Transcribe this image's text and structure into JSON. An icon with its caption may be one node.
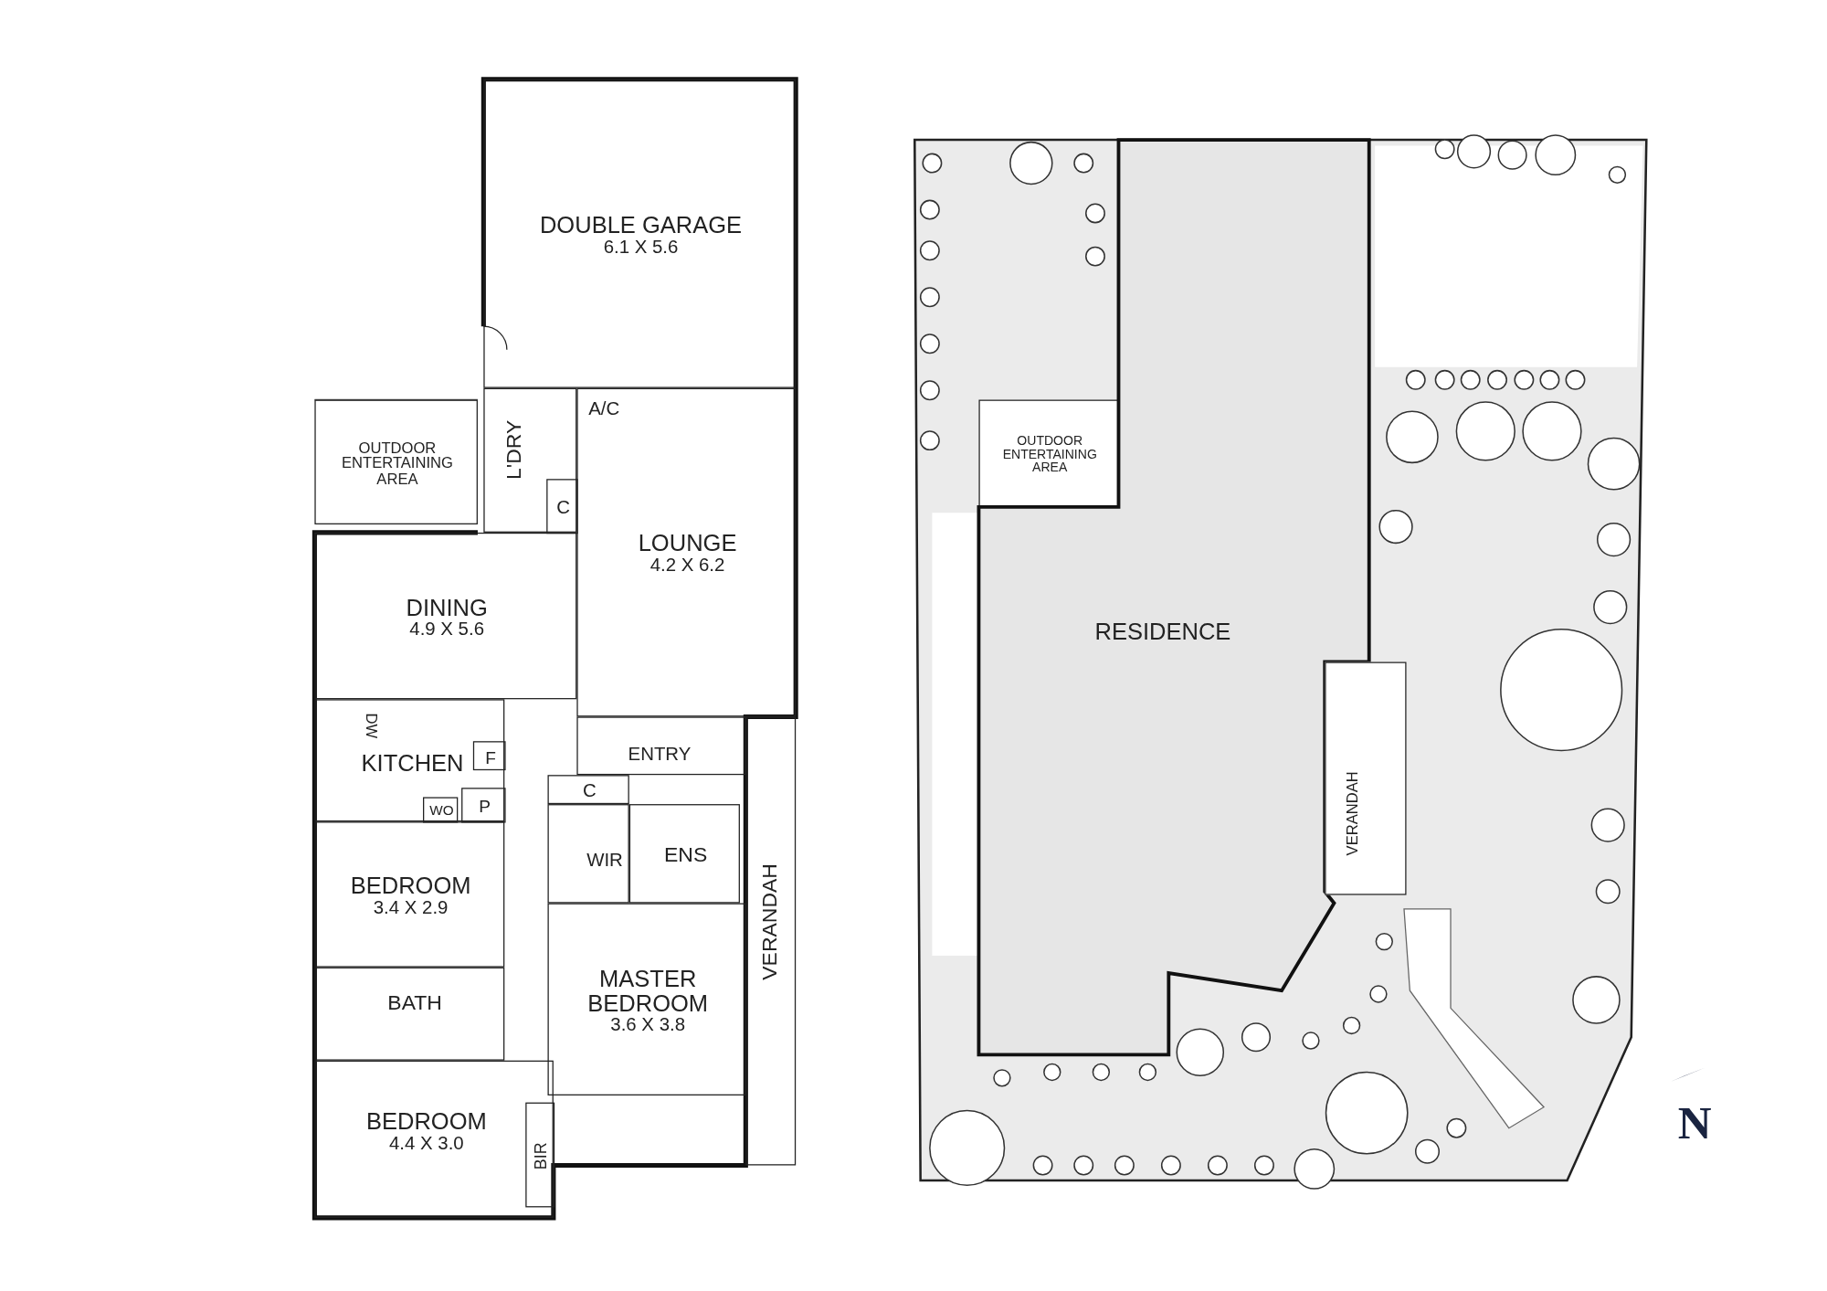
{
  "diagram": {
    "nodes": [
      {
        "text": [
          "DOUBLE GARAGE",
          "6.1 X 5.6"
        ]
      },
      {
        "text": [
          "OUTDOOR ENTERTAINING AREA"
        ]
      },
      {
        "text": [
          "L'DRY"
        ]
      },
      {
        "text": [
          "C"
        ],
        "in": 2
      },
      {
        "text": [
          "LOUNGE",
          "4.2 X 6.2"
        ]
      },
      {
        "text": [
          "DINING",
          "4.9 X 5.6"
        ]
      },
      {
        "text": [
          "KITCHEN"
        ]
      },
      {
        "text": [
          "F"
        ],
        "in": 6
      },
      {
        "text": [
          "P"
        ],
        "in": 6
      },
      {
        "text": [
          "WO"
        ],
        "in": 6
      },
      {
        "text": [
          "ENTRY"
        ]
      },
      {
        "text": [
          "C"
        ]
      },
      {
        "text": [
          "WIR"
        ]
      },
      {
        "text": [
          "ENS"
        ]
      },
      {
        "text": [
          "BEDROOM",
          "3.4 X 2.9"
        ]
      },
      {
        "text": [
          "BATH"
        ]
      },
      {
        "text": [
          "MASTER BEDROOM",
          "3.6 X 3.8"
        ]
      },
      {
        "text": [
          "VERANDAH"
        ]
      },
      {
        "text": [
          "BEDROOM",
          "4.4 X 3.0"
        ]
      },
      {
        "text": [
          "BIR"
        ],
        "in": 18
      },
      {
        "text": [
          "OUTDOOR ENTERTAINING AREA"
        ]
      },
      {
        "text": [
          "RESIDENCE"
        ]
      },
      {
        "text": [
          "VERANDAH"
        ]
      }
    ],
    "labels": [
      "A/C",
      "DW",
      "N"
    ]
  }
}
